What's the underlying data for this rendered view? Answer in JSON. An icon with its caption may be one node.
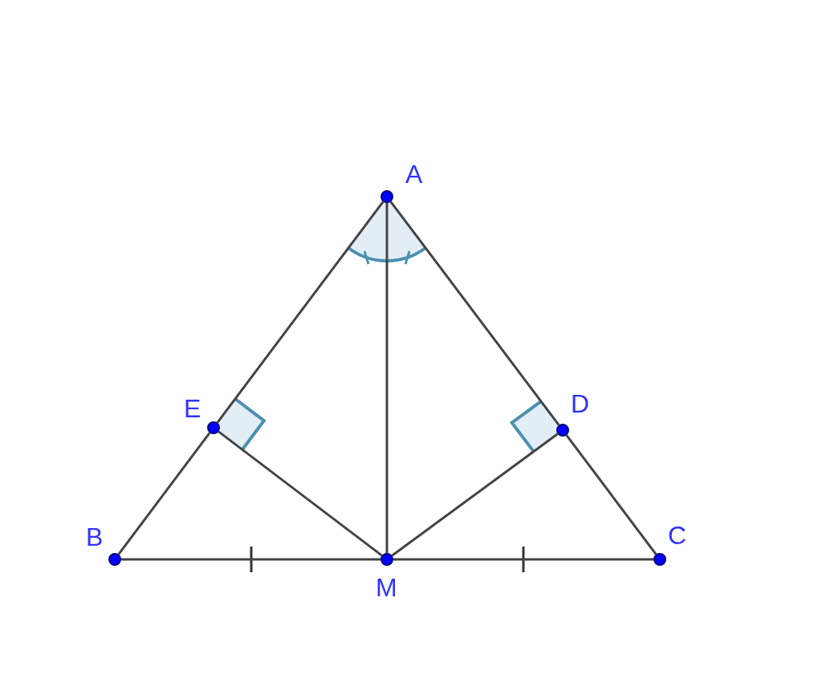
{
  "diagram": {
    "nodes": [
      {
        "text": [
          "A"
        ]
      },
      {
        "text": [
          "E"
        ]
      },
      {
        "text": [
          "D"
        ]
      },
      {
        "text": [
          "B"
        ]
      },
      {
        "text": [
          "M"
        ]
      },
      {
        "text": [
          "C"
        ]
      }
    ],
    "edges": [
      {
        "from": 0,
        "to": 1,
        "arrow": "none"
      },
      {
        "from": 1,
        "to": 3,
        "arrow": "none"
      },
      {
        "from": 0,
        "to": 2,
        "arrow": "none"
      },
      {
        "from": 2,
        "to": 5,
        "arrow": "none"
      },
      {
        "from": 3,
        "to": 4,
        "arrow": "none"
      },
      {
        "from": 4,
        "to": 5,
        "arrow": "none"
      },
      {
        "from": 0,
        "to": 4,
        "arrow": "none"
      },
      {
        "from": 1,
        "to": 4,
        "arrow": "none"
      },
      {
        "from": 2,
        "to": 4,
        "arrow": "none"
      }
    ]
  }
}
